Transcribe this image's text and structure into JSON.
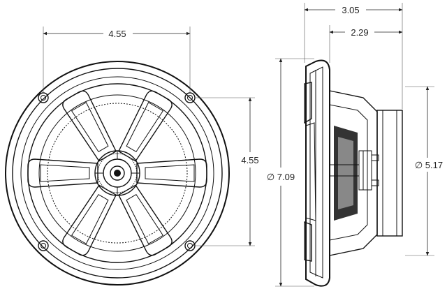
{
  "dimensions": {
    "top_width": "4.55",
    "side_height": "4.55",
    "overall_depth": "3.05",
    "mount_depth": "2.29",
    "outer_diameter": "∅ 7.09",
    "cutout_diameter": "∅ 5.17"
  }
}
